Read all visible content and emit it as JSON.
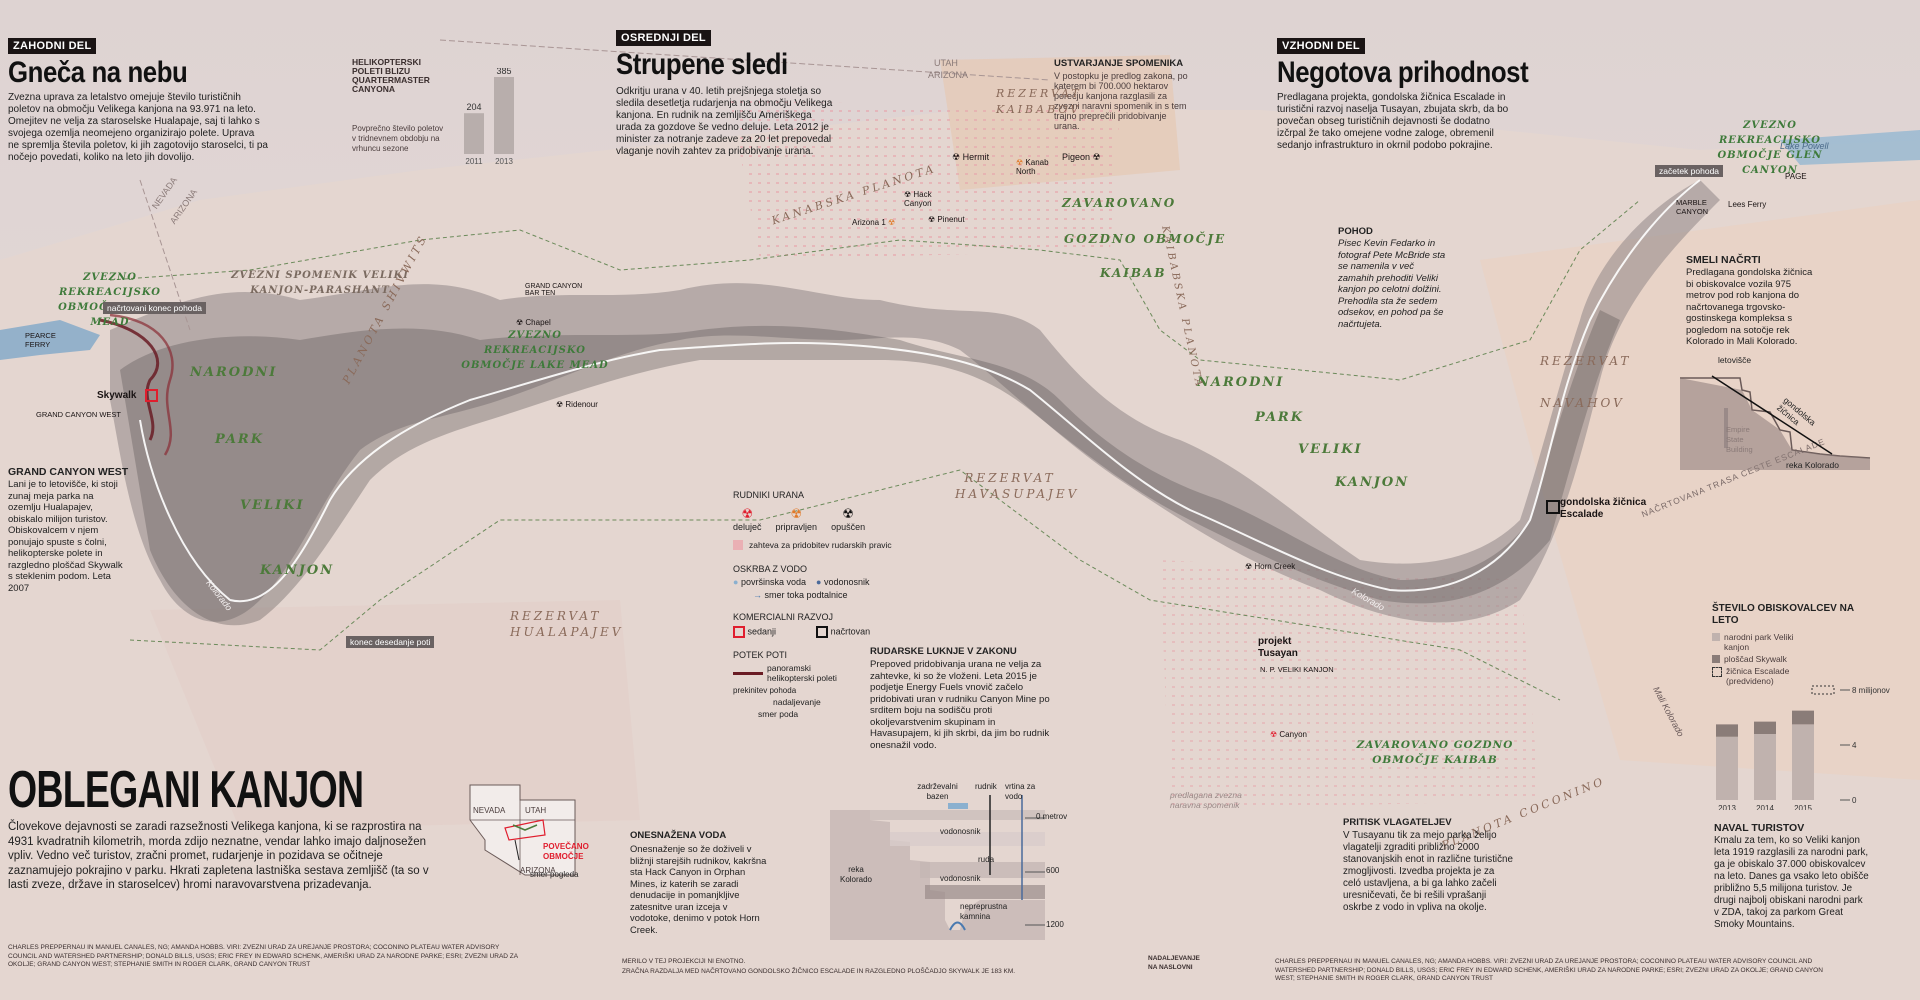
{
  "sections": {
    "west": {
      "tag": "ZAHODNI DEL",
      "title": "Gneča na nebu",
      "text": "Zvezna uprava za letalstvo omejuje število turističnih poletov na območju Velikega kanjona na 93.971 na leto. Omejitev ne velja za staroselske Hualapaje, saj ti lahko s svojega ozemlja neomejeno organizirajo polete. Uprava ne spremlja števila poletov, ki jih zagotovijo staroselci, ti pa nočejo povedati, koliko na leto jih dovolijo."
    },
    "middle": {
      "tag": "OSREDNJI DEL",
      "title": "Strupene sledi",
      "text": "Odkritju urana v 40. letih prejšnjega stoletja so sledila desetletja rudarjenja na območju Velikega kanjona. En rudnik na zemljišču Ameriškega urada za gozdove še vedno deluje. Leta 2012 je minister za notranje zadeve za 20 let prepovedal vlaganje novih zahtev za pridobivanje urana."
    },
    "east": {
      "tag": "VZHODNI DEL",
      "title": "Negotova prihodnost",
      "text": "Predlagana projekta, gondolska žičnica Escalade in turistični razvoj naselja Tusayan, zbujata skrb, da bo povečan obseg turističnih dejavnosti še dodatno izčrpal že tako omejene vodne zaloge, obremenil sedanjo infrastrukturo in okrnil podobo pokrajine."
    }
  },
  "helicopter_chart": {
    "title": "HELIKOPTERSKI POLETI BLIZU QUARTERMASTER CANYONA",
    "subtitle": "Povprečno število poletov v tridnevnem obdobju na vrhuncu sezone",
    "bars": [
      {
        "year": "2011",
        "value": 204
      },
      {
        "year": "2013",
        "value": 385
      }
    ]
  },
  "ustvarjanje": {
    "title": "USTVARJANJE SPOMENIKA",
    "text": "V postopku je predlog zakona, po katerem bi 700.000 hektarov porečju kanjona razglasili za zvezni naravni spomenik in s tem trajno preprečili pridobivanje urana."
  },
  "main": {
    "title": "OBLEGANI KANJON",
    "text": "Človekove dejavnosti se zaradi razsežnosti Velikega kanjona, ki se razprostira na 4931 kvadratnih kilometrih, morda zdijo neznatne, vendar lahko imajo daljnosežen vpliv. Vedno več turistov, zračni promet, rudarjenje in pozidava se očitneje zaznamujejo pokrajino v parku. Hkrati zapletena lastniška sestava zemljišč (ta so v lasti zveze, države in staroselcev) hromi naravovarstvena prizadevanja."
  },
  "inset": {
    "nevada": "NEVADA",
    "utah": "UTAH",
    "arizona": "ARIZONA",
    "area": "POVEČANO OBMOČJE",
    "view": "smer pogleda"
  },
  "grand_canyon_west": {
    "title": "GRAND CANYON WEST",
    "text": "Lani je to letovišče, ki stoji zunaj meja parka na ozemlju Hualapajev, obiskalo milijon turistov. Obiskovalcem v njem ponujajo spuste s čolni, helikopterske polete in razgledno ploščad Skywalk s steklenim podom. Leta 2007"
  },
  "pohod": {
    "title": "POHOD",
    "text": "Pisec Kevin Fedarko in fotograf Pete McBride sta se namenila v več zamahih prehoditi Veliki kanjon po celotni dolžini. Prehodila sta že sedem odsekov, en pohod pa še načrtujeta."
  },
  "smeli": {
    "title": "SMELI NAČRTI",
    "text": "Predlagana gondolska žičnica bi obiskovalce vozila 975 metrov pod rob kanjona do načrtovanega trgovsko-gostinskega kompleksa s pogledom na sotočje rek Kolorado in Mali Kolorado.",
    "labels": {
      "resort": "letovišče",
      "gondola": "gondolska žičnica",
      "building": "Empire State Building",
      "river": "reka Kolorado"
    }
  },
  "visitors": {
    "title": "ŠTEVILO OBISKOVALCEV NA LETO",
    "legend": [
      "narodni park Veliki kanjon",
      "ploščad Skywalk",
      "žičnica Escalade (predvideno)"
    ],
    "axis": [
      "8 milijonov",
      "4",
      "0"
    ],
    "years": [
      "2013",
      "2014",
      "2015"
    ],
    "naval_title": "NAVAL TURISTOV",
    "naval_text": "Kmalu za tem, ko so Veliki kanjon leta 1919 razglasili za narodni park, ga je obiskalo 37.000 obiskovalcev na leto. Danes ga vsako leto obišče približno 5,5 milijona turistov. Je drugi najbolj obiskani narodni park v ZDA, takoj za parkom Great Smoky Mountains."
  },
  "chart_data": {
    "type": "bar",
    "title": "ŠTEVILO OBISKOVALCEV NA LETO",
    "categories": [
      "2013",
      "2014",
      "2015"
    ],
    "series": [
      {
        "name": "narodni park Veliki kanjon",
        "values": [
          4.6,
          4.8,
          5.5
        ]
      },
      {
        "name": "ploščad Skywalk",
        "values": [
          0.9,
          0.9,
          1.0
        ]
      }
    ],
    "ylim": [
      0,
      8
    ]
  },
  "legend": {
    "mines_title": "RUDNIKI URANA",
    "mines": [
      "deluječ",
      "pripravljen",
      "opuščen"
    ],
    "claim": "zahteva za pridobitev rudarskih pravic",
    "water_title": "OSKRBA Z VODO",
    "water": [
      "površinska voda",
      "vodonosnik",
      "smer toka podtalnice"
    ],
    "commercial_title": "KOMERCIALNI RAZVOJ",
    "commercial": [
      "sedanji",
      "načrtovan"
    ],
    "paths_title": "POTEK POTI",
    "paths": [
      "panoramski helikopterski poleti",
      "prekinitev pohoda",
      "nadaljevanje",
      "smer poda"
    ]
  },
  "luknje": {
    "title": "RUDARSKE LUKNJE V ZAKONU",
    "text": "Prepoved pridobivanja urana ne velja za zahtevke, ki so že vloženi. Leta 2015 je podjetje Energy Fuels vnovič začelo pridobivati uran v rudniku Canyon Mine po srditem boju na sodišču proti okoljevarstvenim skupinam in Havasupajem, ki jih skrbi, da jim bo rudnik onesnažil vodo."
  },
  "onesnazena": {
    "title": "ONESNAŽENA VODA",
    "text": "Onesnaženje so že doživeli v bližnji starejših rudnikov, kakršna sta Hack Canyon in Orphan Mines, iz katerih se zaradi denudacije in pomanjkljive zatesnitve uran izceja v vodotoke, denimo v potok Horn Creek."
  },
  "mine_diagram": {
    "labels": {
      "zadrzevalni": "zadrževalni bazen",
      "rudnik": "rudnik",
      "vrtina": "vrtina za vodo",
      "zero": "0 metrov",
      "vodonosnik1": "vodonosnik",
      "ruda": "ruda",
      "reka": "reka Kolorado",
      "vodonosnik2": "vodonosnik",
      "nepre": "nepreprustna kamnina",
      "m600": "600",
      "m1200": "1200"
    }
  },
  "pritisk": {
    "title": "PRITISK VLAGATELJEV",
    "text": "V Tusayanu tik za mejo parka želijo vlagatelji zgraditi približno 2000 stanovanjskih enot in različne turistične zmogljivosti. Izvedba projekta je za celó ustavljena, a bi ga lahko začeli uresničevati, če bi rešili vprašanji oskrbe z vodo in vpliva na okolje."
  },
  "credits": {
    "left": "CHARLES PREPPERNAU IN MANUEL CANALES, NG; AMANDA HOBBS. VIRI: ZVEZNI URAD ZA UREJANJE PROSTORA; COCONINO PLATEAU WATER ADVISORY COUNCIL AND WATERSHED PARTNERSHIP; DONALD BILLS, USGS; ERIC FREY IN EDWARD SCHENK, AMERIŠKI URAD ZA NARODNE PARKE; ESRI; ZVEZNI URAD ZA OKOLJE; GRAND CANYON WEST; STEPHANIE SMITH IN ROGER CLARK, GRAND CANYON TRUST",
    "mid1": "MERILO V TEJ PROJEKCIJI NI ENOTNO.",
    "mid2": "ZRAČNA RAZDALJA MED NAČRTOVANO GONDOLSKO ŽIČNICO ESCALADE IN RAZGLEDNO PLOŠČADJO SKYWALK JE 183 KM.",
    "mid3": "NADALJEVANJE NA NASLOVNI",
    "right": "CHARLES PREPPERNAU IN MANUEL CANALES, NG; AMANDA HOBBS. VIRI: ZVEZNI URAD ZA UREJANJE PROSTORA; COCONINO PLATEAU WATER ADVISORY COUNCIL AND WATERSHED PARTNERSHIP; DONALD BILLS, USGS; ERIC FREY IN EDWARD SCHENK, AMERIŠKI URAD ZA NARODNE PARKE; ESRI; ZVEZNI URAD ZA OKOLJE; GRAND CANYON WEST; STEPHANIE SMITH IN ROGER CLARK, GRAND CANYON TRUST"
  },
  "map_labels": {
    "lake_mead": "ZVEZNO REKREACIJSKO OBMOČJE LAKE MEAD",
    "lake_mead2": "ZVEZNO REKREACIJSKO OBMOČJE LAKE MEAD",
    "spomenik": "ZVEZNI SPOMENIK VELIKI KANJON-PARASHANT",
    "np_w1": "NARODNI",
    "np_w2": "PARK",
    "np_w3": "VELIKI",
    "np_w4": "KANJON",
    "np_e1": "NARODNI",
    "np_e2": "PARK",
    "np_e3": "VELIKI",
    "np_e4": "KANJON",
    "glen": "ZVEZNO REKREACIJSKO OBMOČJE GLEN CANYON",
    "kaibab_n1": "ZAVAROVANO",
    "kaibab_n2": "GOZDNO OBMOČJE",
    "kaibab_n3": "KAIBAB",
    "kaibab_s": "ZAVAROVANO GOZDNO OBMOČJE KAIBAB",
    "hualapajev": "REZERVAT HUALAPAJEV",
    "havasupajev": "REZERVAT HAVASUPAJEV",
    "navahov": "REZERVAT NAVAHOV",
    "kaibabo": "REZERVAT KAIBABOV",
    "shivwits": "PLANOTA SHIVWITS",
    "kanabska": "KANABSKA PLANOTA",
    "coconino": "PLANOTA COCONINO",
    "kaibabska": "KAIBABSKA PLANOTA",
    "skywalk": "Skywalk",
    "pearce": "PEARCE FERRY",
    "gcwest": "GRAND CANYON WEST",
    "konec_pohoda": "načrtovani konec pohoda",
    "konec_poti": "konec desedanje poti",
    "zacetek": "začetek pohoda",
    "gondolska": "gondolska žičnica Escalade",
    "tusayan": "projekt Tusayan",
    "tusayan2": "N. P. VELIKI KANJON",
    "hermit": "Hermit",
    "kanab": "Kanab North",
    "pigeon": "Pigeon",
    "hack": "Hack Canyon",
    "pinenut": "Pinenut",
    "arizona1": "Arizona 1",
    "chapel": "Chapel",
    "ridenour": "Ridenour",
    "canyon": "Canyon",
    "orphan": "Horn Creek",
    "bar10": "GRAND CANYON BAR TEN",
    "page": "PAGE",
    "marble": "MARBLE CANYON",
    "leesferry": "Lees Ferry",
    "kolorado1": "Kolorado",
    "kolorado2": "Kolorado",
    "mali_kolorado": "Mali Kolorado",
    "utah": "UTAH",
    "arizona": "ARIZONA",
    "nevada": "NEVADA",
    "nevada_az": "ARIZONA",
    "lake_powell": "Lake Powell",
    "escalade_na": "NAČRTOVANA TRASA CESTE ESCALADE",
    "predlagana": "predlagana zvezna naravna spomenik"
  }
}
